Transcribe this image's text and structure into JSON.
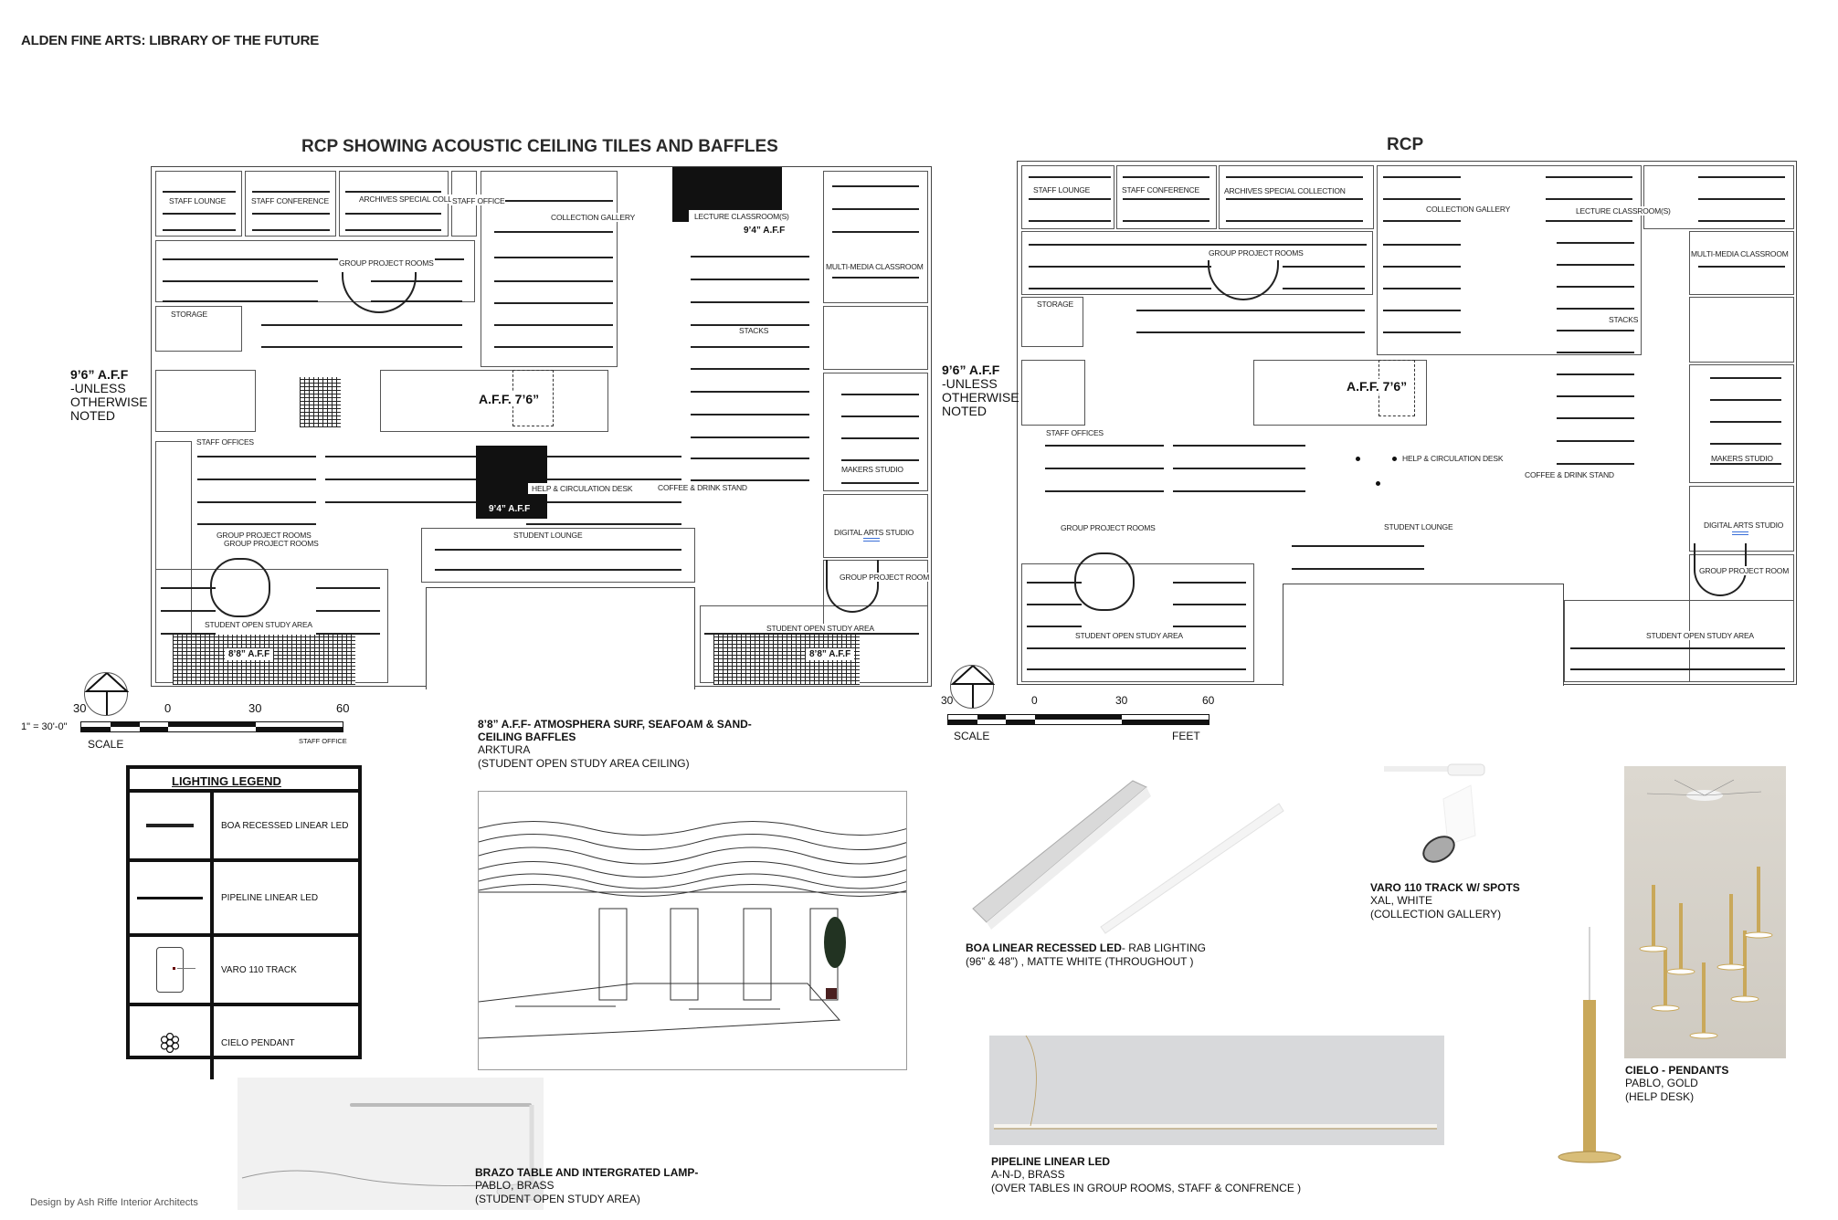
{
  "sheet": {
    "title": "ALDEN FINE ARTS: LIBRARY OF THE FUTURE",
    "credit": "Design by Ash Riffe Interior Architects"
  },
  "plan_left": {
    "title": "RCP SHOWING ACOUSTIC CEILING TILES AND BAFFLES",
    "rooms": {
      "staff_lounge": "STAFF  LOUNGE",
      "staff_conference": "STAFF  CONFERENCE",
      "archives": "ARCHIVES SPECIAL COLLECTION",
      "staff_office": "STAFF OFFICE",
      "collection_gallery": "COLLECTION GALLERY",
      "lecture": "LECTURE CLASSROOM(S)",
      "group_project_top": "GROUP PROJECT ROOMS",
      "multimedia": "MULTI-MEDIA CLASSROOM",
      "storage": "STORAGE",
      "stacks": "STACKS",
      "staff_offices": "STAFF OFFICES",
      "help_desk": "HELP & CIRCULATION DESK",
      "coffee": "COFFEE & DRINK STAND",
      "makers": "MAKERS STUDIO",
      "group_project_a": "GROUP PROJECT ROOMS",
      "group_project_b": "GROUP PROJECT ROOMS",
      "student_lounge": "STUDENT LOUNGE",
      "digital_arts": "DIGITAL ARTS STUDIO",
      "group_project_room": "GROUP PROJECT ROOM",
      "open_study_left": "STUDENT OPEN STUDY AREA",
      "open_study_right": "STUDENT OPEN STUDY AREA"
    },
    "heights": {
      "lecture": "9’4” A.F.F",
      "help_desk": "9’4” A.F.F",
      "center": "A.F.F. 7’6”",
      "study_left": "8’8” A.F.F",
      "study_right": "8’8” A.F.F"
    },
    "note": {
      "height": "9’6” A.F.F",
      "line1": "-UNLESS",
      "line2": "OTHERWISE",
      "line3": "NOTED"
    },
    "scale": {
      "ticks": [
        "30",
        "0",
        "30",
        "60"
      ],
      "ratio": "1\" = 30'-0\"",
      "label": "SCALE",
      "extra": "STAFF OFFICE"
    }
  },
  "plan_right": {
    "title": "RCP",
    "rooms": {
      "staff_lounge": "STAFF  LOUNGE",
      "staff_conference": "STAFF  CONFERENCE",
      "archives": "ARCHIVES SPECIAL COLLECTION",
      "collection_gallery": "COLLECTION GALLERY",
      "lecture": "LECTURE CLASSROOM(S)",
      "group_project_top": "GROUP PROJECT ROOMS",
      "multimedia": "MULTI-MEDIA CLASSROOM",
      "storage": "STORAGE",
      "stacks": "STACKS",
      "staff_offices": "STAFF OFFICES",
      "help_desk": "HELP & CIRCULATION DESK",
      "coffee": "COFFEE & DRINK STAND",
      "makers": "MAKERS STUDIO",
      "group_project_a": "GROUP PROJECT ROOMS",
      "student_lounge": "STUDENT LOUNGE",
      "digital_arts": "DIGITAL ARTS STUDIO",
      "group_project_room": "GROUP PROJECT ROOM",
      "open_study_left": "STUDENT OPEN STUDY AREA",
      "open_study_right": "STUDENT OPEN STUDY AREA"
    },
    "heights": {
      "center": "A.F.F. 7’6”"
    },
    "note": {
      "height": "9’6” A.F.F",
      "line1": "-UNLESS",
      "line2": "OTHERWISE",
      "line3": "NOTED"
    },
    "scale": {
      "ticks": [
        "30",
        "0",
        "30",
        "60"
      ],
      "label": "SCALE",
      "unit": "FEET"
    }
  },
  "legend": {
    "title": "LIGHTING LEGEND",
    "items": [
      {
        "symbol": "thick-line-icon",
        "label": "BOA RECESSED LINEAR LED"
      },
      {
        "symbol": "long-line-icon",
        "label": "PIPELINE LINEAR LED"
      },
      {
        "symbol": "track-icon",
        "label": "VARO 110 TRACK"
      },
      {
        "symbol": "pendant-cluster-icon",
        "label": "CIELO PENDANT"
      }
    ]
  },
  "products": {
    "baffles": {
      "title_1": "8’8” A.F.F- ATMOSPHERA SURF, SEAFOAM & SAND-",
      "title_2": "CEILING BAFFLES",
      "maker": "ARKTURA",
      "location": "(STUDENT OPEN STUDY AREA CEILING)"
    },
    "boa": {
      "title": "BOA LINEAR RECESSED LED",
      "maker_inline": "- RAB LIGHTING",
      "detail": "(96” & 48”) , MATTE WHITE (THROUGHOUT )"
    },
    "varo": {
      "title": "VARO 110 TRACK W/ SPOTS",
      "maker": "XAL, WHITE",
      "location": "(COLLECTION GALLERY)"
    },
    "cielo": {
      "title": "CIELO - PENDANTS",
      "maker": "PABLO, GOLD",
      "location": "(HELP DESK)"
    },
    "brazo": {
      "title": "BRAZO TABLE AND INTERGRATED LAMP-",
      "maker": "PABLO, BRASS",
      "location": "(STUDENT OPEN STUDY AREA)"
    },
    "pipeline": {
      "title": "PIPELINE LINEAR LED",
      "maker": "A-N-D, BRASS",
      "location": "(OVER TABLES IN GROUP ROOMS, STAFF & CONFRENCE )"
    }
  },
  "colors": {
    "ink": "#111111",
    "gold": "#c9a85a",
    "photo_bg": "#d8d9db",
    "pendant_bg": "#d3cec5",
    "accent_blue": "#3a6fd8"
  }
}
